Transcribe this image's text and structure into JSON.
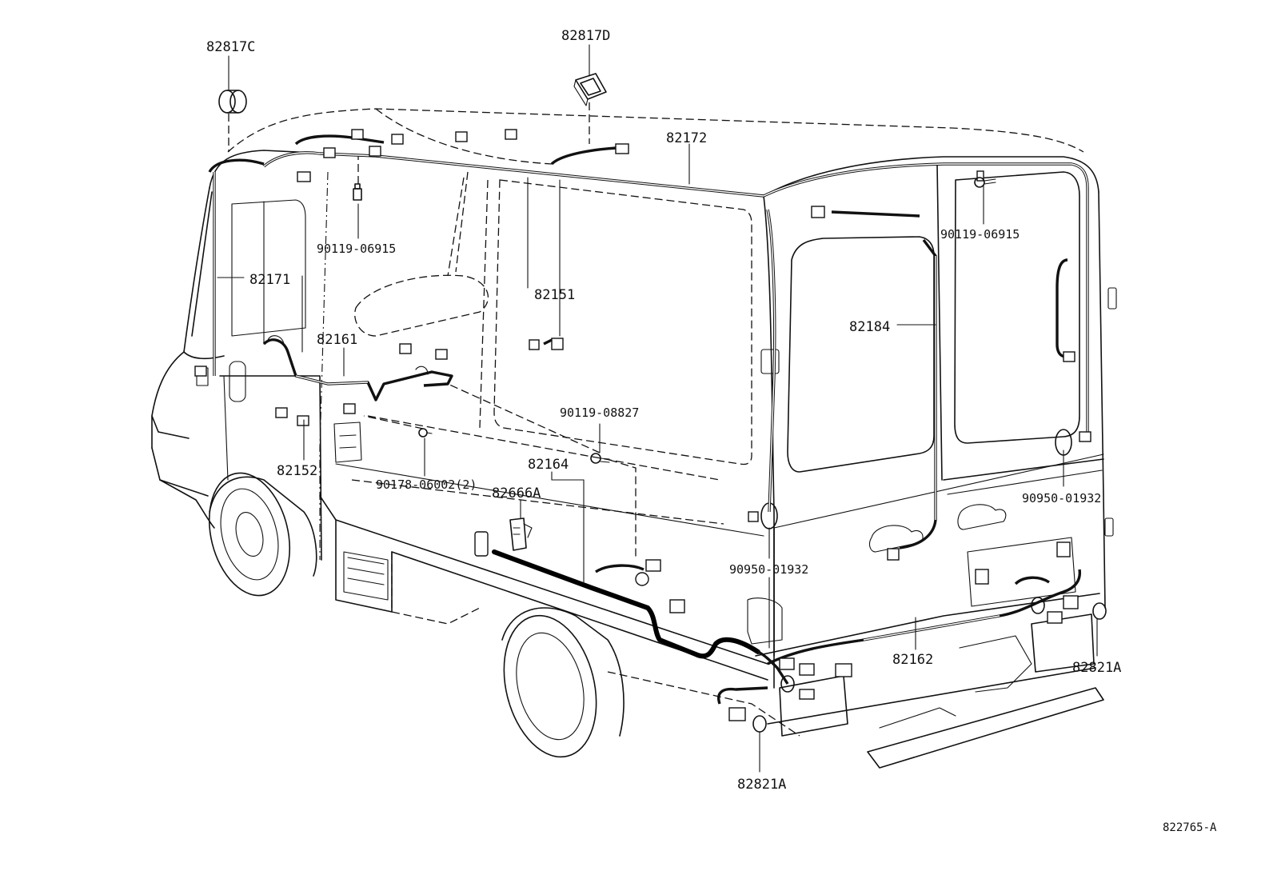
{
  "callouts": {
    "grommet_front": "82817C",
    "grommet_roof": "82817D",
    "roof_wire": "82172",
    "bolt_front": "90119-06915",
    "bolt_rear": "90119-06915",
    "front_pillar_wire": "82171",
    "side_wire": "82151",
    "floor_wire_front": "82161",
    "rear_door_wire": "82184",
    "bolt_mid": "90119-08827",
    "door_wire_side": "82152",
    "frame_wire": "82164",
    "clip": "90178-06002(2)",
    "relay": "82666A",
    "clamp_right": "90950-01932",
    "clamp_left": "90950-01932",
    "rear_floor_wire": "82162",
    "socket_right": "82821A",
    "socket_left": "82821A"
  },
  "figure_ref": "822765-A"
}
